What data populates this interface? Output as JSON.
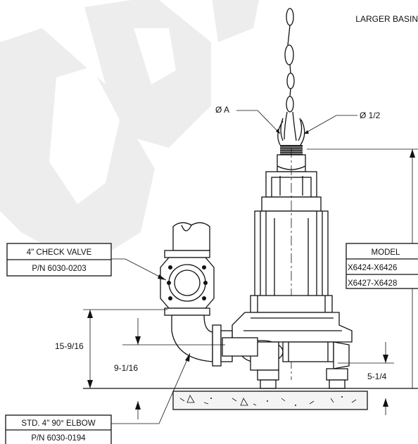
{
  "watermark": {
    "text": "DBC",
    "color": "#ececec"
  },
  "top_note": "LARGER BASIN",
  "callouts": {
    "dia_a": "Ø A",
    "dia_half": "Ø 1/2"
  },
  "boxes": {
    "check_valve": {
      "title": "4\" CHECK VALVE",
      "part": "P/N 6030-0203"
    },
    "model": {
      "title": "MODEL",
      "rows": [
        "X6424-X6426",
        "X6427-X6428"
      ]
    },
    "elbow": {
      "title": "STD. 4\" 90° ELBOW",
      "part": "P/N 6030-0194"
    }
  },
  "dimensions": {
    "outlet_height": "15-9/16",
    "discharge_height": "9-1/16",
    "base_height": "5-1/4"
  },
  "colors": {
    "line": "#111111",
    "concrete": "#f4f4f4"
  }
}
